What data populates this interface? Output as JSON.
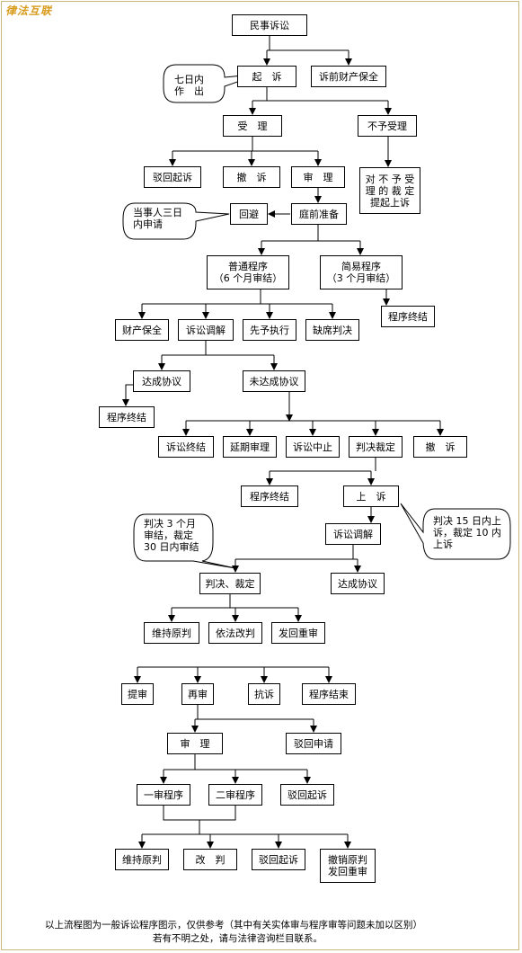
{
  "brand": "律法互联",
  "nodes": {
    "n1": "民事诉讼",
    "n2": "起　诉",
    "n3": "诉前财产保全",
    "n4": "受　理",
    "n5": "不予受理",
    "n6": "驳回起诉",
    "n7": "撤　诉",
    "n8": "审　理",
    "n9": "对 不 予 受\n理 的 裁 定\n提起上诉",
    "n10": "回避",
    "n11": "庭前准备",
    "n12": "普通程序\n（6 个月审结）",
    "n13": "简易程序\n（3 个月审结）",
    "n14": "程序终结",
    "n15": "财产保全",
    "n16": "诉讼调解",
    "n17": "先予执行",
    "n18": "缺席判决",
    "n19": "达成协议",
    "n20": "未达成协议",
    "n21": "程序终结",
    "n22": "诉讼终结",
    "n23": "延期审理",
    "n24": "诉讼中止",
    "n25": "判决裁定",
    "n26": "撤　诉",
    "n27": "程序终结",
    "n28": "上　诉",
    "n29": "诉讼调解",
    "n30": "判决、裁定",
    "n31": "达成协议",
    "n32": "维持原判",
    "n33": "依法改判",
    "n34": "发回重审",
    "n35": "提审",
    "n36": "再审",
    "n37": "抗诉",
    "n38": "程序结束",
    "n39": "审　理",
    "n40": "驳回申请",
    "n41": "一审程序",
    "n42": "二审程序",
    "n43": "驳回起诉",
    "n44": "维持原判",
    "n45": "改　判",
    "n46": "驳回起诉",
    "n47": "撤销原判\n发回重审"
  },
  "callouts": {
    "c1": "七日内\n作　出",
    "c2": "当事人三日\n内申请",
    "c3": "判决 3 个月\n审结，裁定\n30 日内审结",
    "c4": "判决 15 日内上\n诉，裁定 10 内\n上诉"
  },
  "footer": {
    "line1": "以上流程图为一般诉讼程序图示，仅供参考（其中有关实体审与程序审等问题未加以区别）",
    "line2": "若有不明之处，请与法律咨询栏目联系。"
  }
}
